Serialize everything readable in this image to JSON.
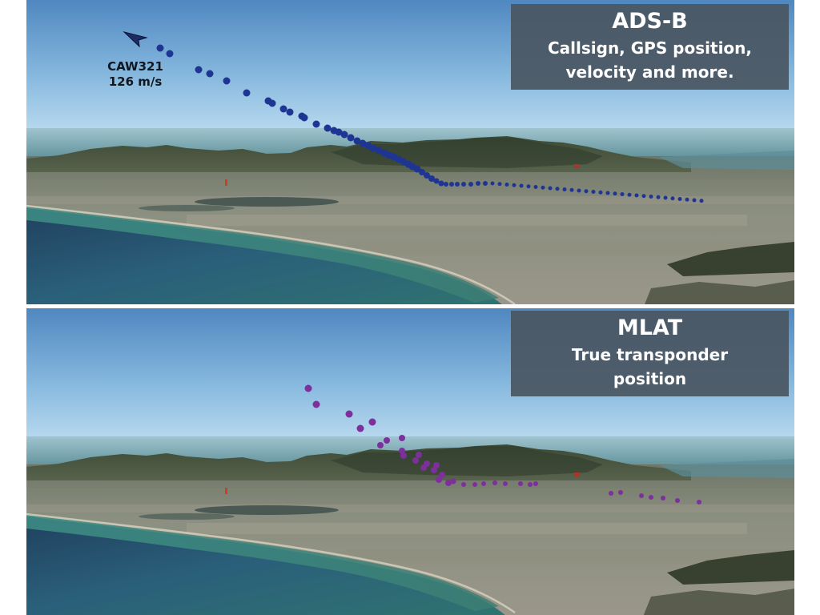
{
  "panels": [
    {
      "id": "adsb",
      "title": "ADS-B",
      "description": "Callsign, GPS position,\nvelocity and more.",
      "track_color": "#1f3594"
    },
    {
      "id": "mlat",
      "title": "MLAT",
      "description": "True transponder\nposition",
      "track_color": "#7d2f9c"
    }
  ],
  "aircraft": {
    "callsign": "CAW321",
    "speed": "126 m/s",
    "icon": "aircraft-arrow-icon"
  }
}
